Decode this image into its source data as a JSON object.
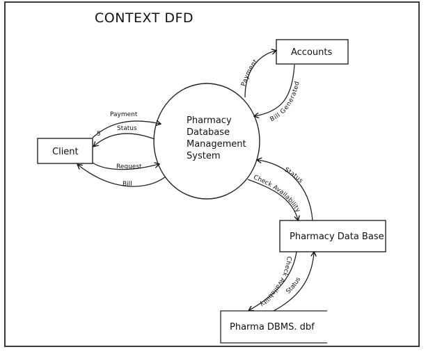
{
  "title": "CONTEXT DFD",
  "process": {
    "lines": [
      "Pharmacy",
      "Database",
      "Management",
      "System"
    ]
  },
  "entities": {
    "client": "Client",
    "accounts": "Accounts",
    "pharmacy_db": "Pharmacy Data Base"
  },
  "data_store": "Pharma DBMS. dbf",
  "flows": {
    "client_payment": "Payment",
    "client_status": "Status",
    "client_request": "Request",
    "client_bill": "Bill",
    "client_note": ".5",
    "accounts_payment": "Payment",
    "accounts_bill_generated": "Bill Generated",
    "db_status": "Status",
    "db_check_availability": "Check Availability",
    "store_check_availability": "Check Availability",
    "store_status": "Status"
  }
}
